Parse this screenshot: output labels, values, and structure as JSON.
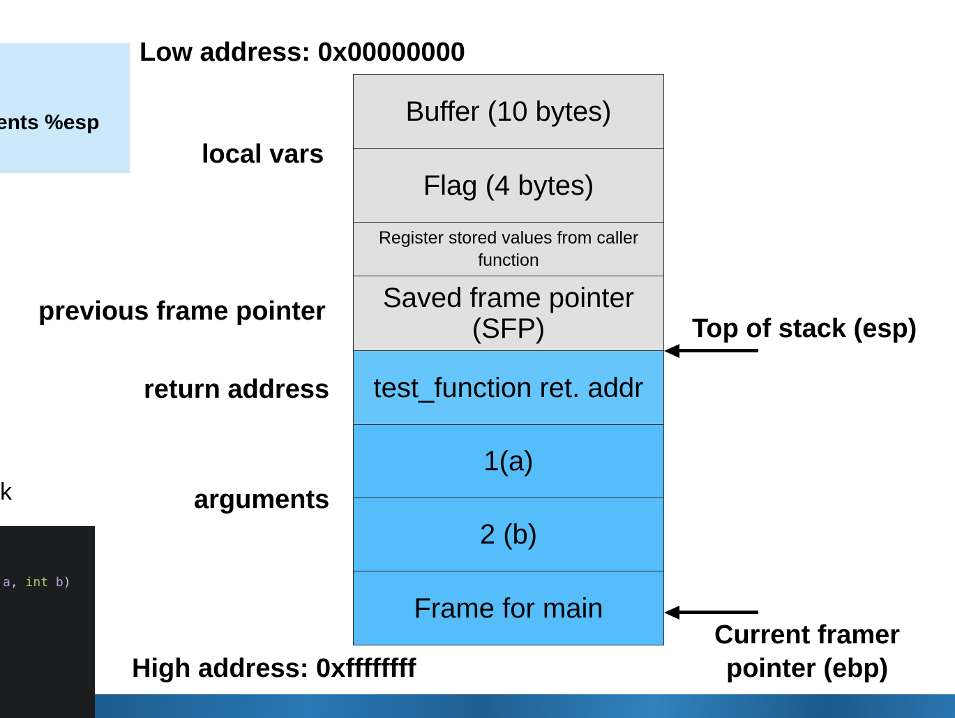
{
  "low_address": "Low address: 0x00000000",
  "high_address": "High address: 0xffffffff",
  "left_callout": {
    "text": "ents %esp"
  },
  "left_stray_text": "k",
  "code_snippet": {
    "a": "a",
    "sep": ", ",
    "int": "int",
    "b": "b",
    "close": ")"
  },
  "side_labels": {
    "local_vars": "local vars",
    "prev_frame_pointer": "previous frame pointer",
    "return_address": "return address",
    "arguments": "arguments"
  },
  "stack_cells": {
    "buffer": "Buffer (10 bytes)",
    "flag": "Flag (4 bytes)",
    "registers": "Register stored values from caller function",
    "sfp_line1": "Saved frame pointer",
    "sfp_line2": "(SFP)",
    "ret_addr": "test_function ret. addr",
    "arg_a": "1(a)",
    "arg_b": "2 (b)",
    "main_frame": "Frame for main"
  },
  "pointers": {
    "esp": "Top of stack (esp)",
    "ebp_line1": "Current framer",
    "ebp_line2": "pointer (ebp)"
  },
  "colors": {
    "gray_cell": "#e0e0e0",
    "ret_cell": "#66c6fb",
    "arg_cell": "#55bdfa",
    "callout": "#cce9fb"
  }
}
